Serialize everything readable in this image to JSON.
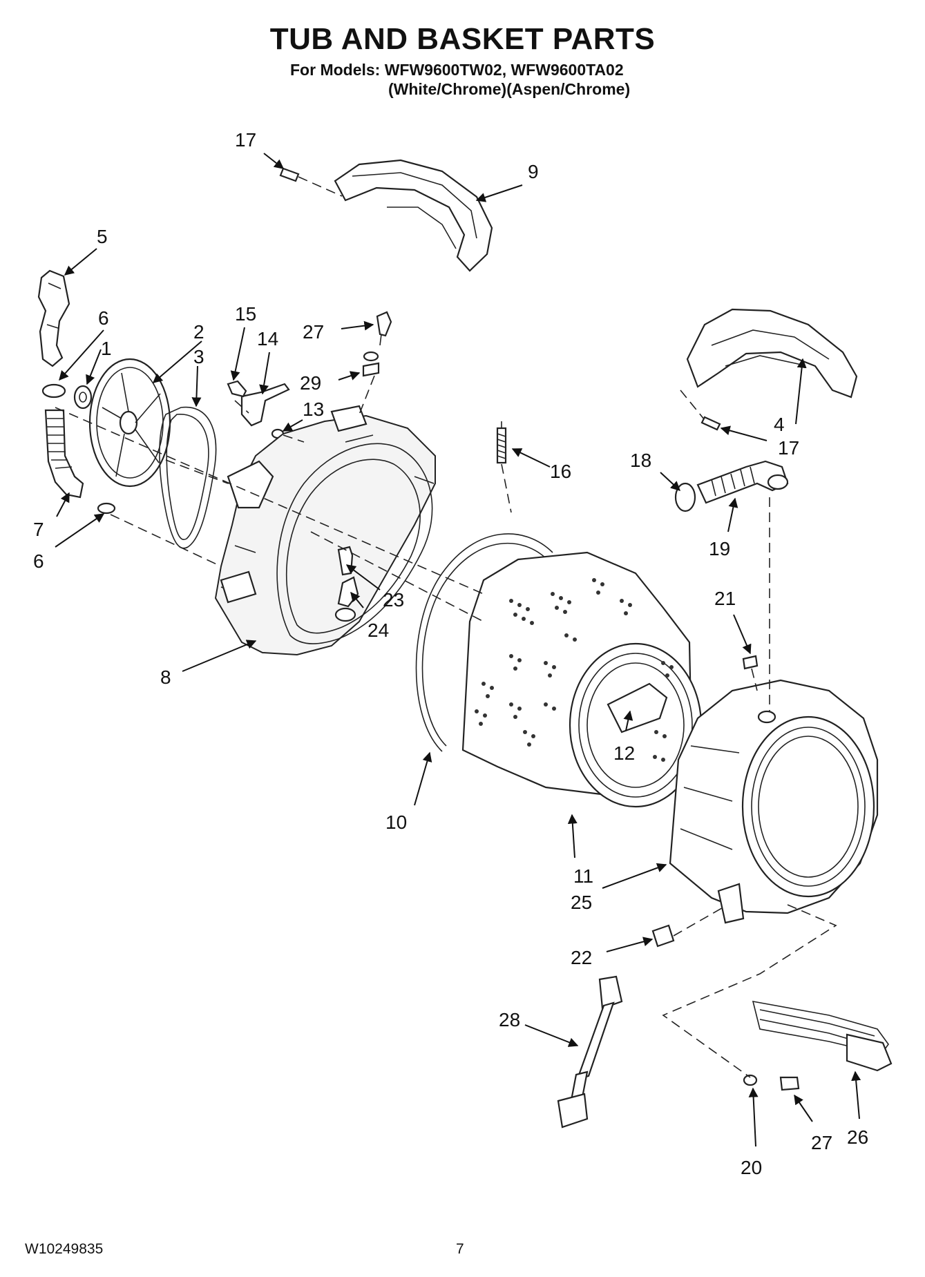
{
  "header": {
    "title": "TUB AND BASKET PARTS",
    "models_line": "For Models: WFW9600TW02, WFW9600TA02",
    "colors_line": "(White/Chrome)(Aspen/Chrome)"
  },
  "footer": {
    "document_number": "W10249835",
    "page_number": "7"
  },
  "callouts": {
    "c1": "1",
    "c2": "2",
    "c3": "3",
    "c4": "4",
    "c5": "5",
    "c6a": "6",
    "c6b": "6",
    "c7": "7",
    "c8": "8",
    "c9": "9",
    "c10": "10",
    "c11": "11",
    "c12": "12",
    "c13": "13",
    "c14": "14",
    "c15": "15",
    "c16": "16",
    "c17a": "17",
    "c17b": "17",
    "c18": "18",
    "c19": "19",
    "c20": "20",
    "c21": "21",
    "c22": "22",
    "c23": "23",
    "c24": "24",
    "c25": "25",
    "c26": "26",
    "c27a": "27",
    "c27b": "27",
    "c28": "28",
    "c29": "29"
  }
}
